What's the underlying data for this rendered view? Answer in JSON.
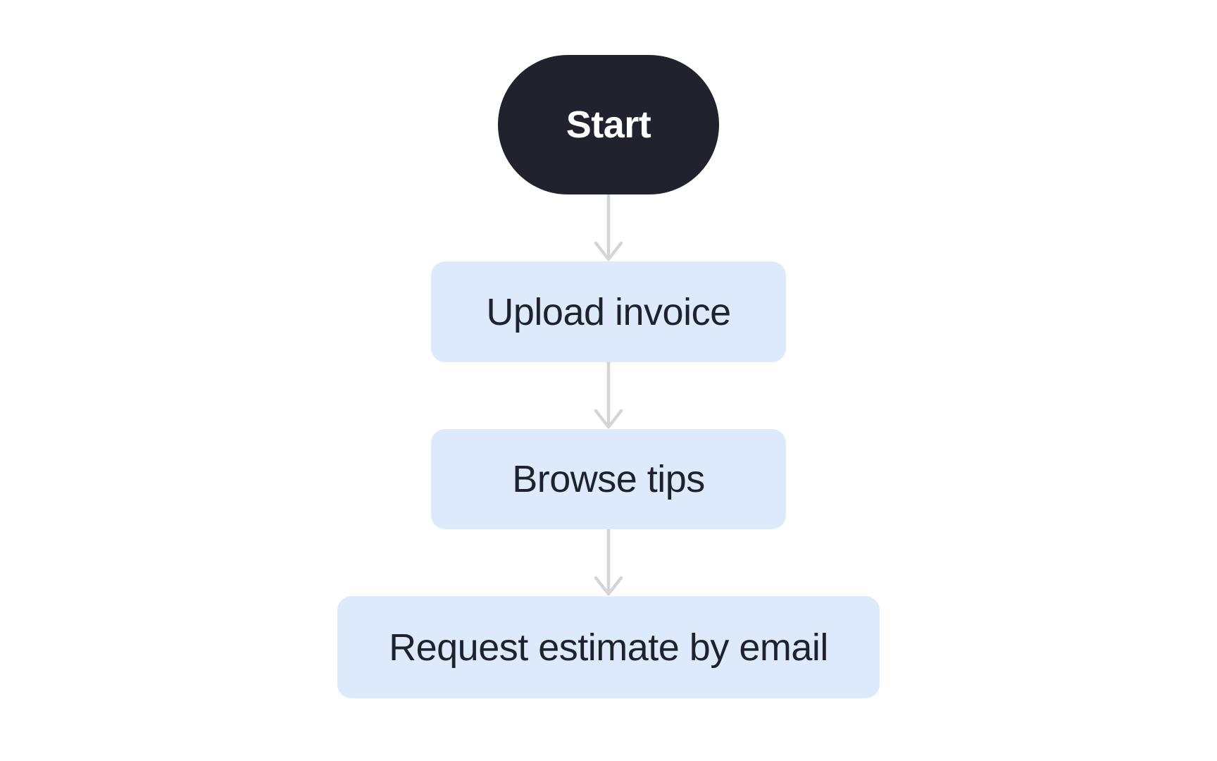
{
  "diagram": {
    "type": "flowchart",
    "direction": "top-down",
    "colors": {
      "background": "#ffffff",
      "start_bg": "#20232e",
      "start_text": "#ffffff",
      "step_bg": "#dceafc",
      "step_text": "#1e222c",
      "arrow": "#d3d5d8"
    },
    "nodes": [
      {
        "id": "start",
        "shape": "stadium",
        "label": "Start"
      },
      {
        "id": "upload_invoice",
        "shape": "rounded-rect",
        "label": "Upload invoice"
      },
      {
        "id": "browse_tips",
        "shape": "rounded-rect",
        "label": "Browse tips"
      },
      {
        "id": "request_estimate",
        "shape": "rounded-rect",
        "label": "Request estimate by email"
      }
    ],
    "edges": [
      {
        "from": "start",
        "to": "upload_invoice"
      },
      {
        "from": "upload_invoice",
        "to": "browse_tips"
      },
      {
        "from": "browse_tips",
        "to": "request_estimate"
      }
    ]
  }
}
